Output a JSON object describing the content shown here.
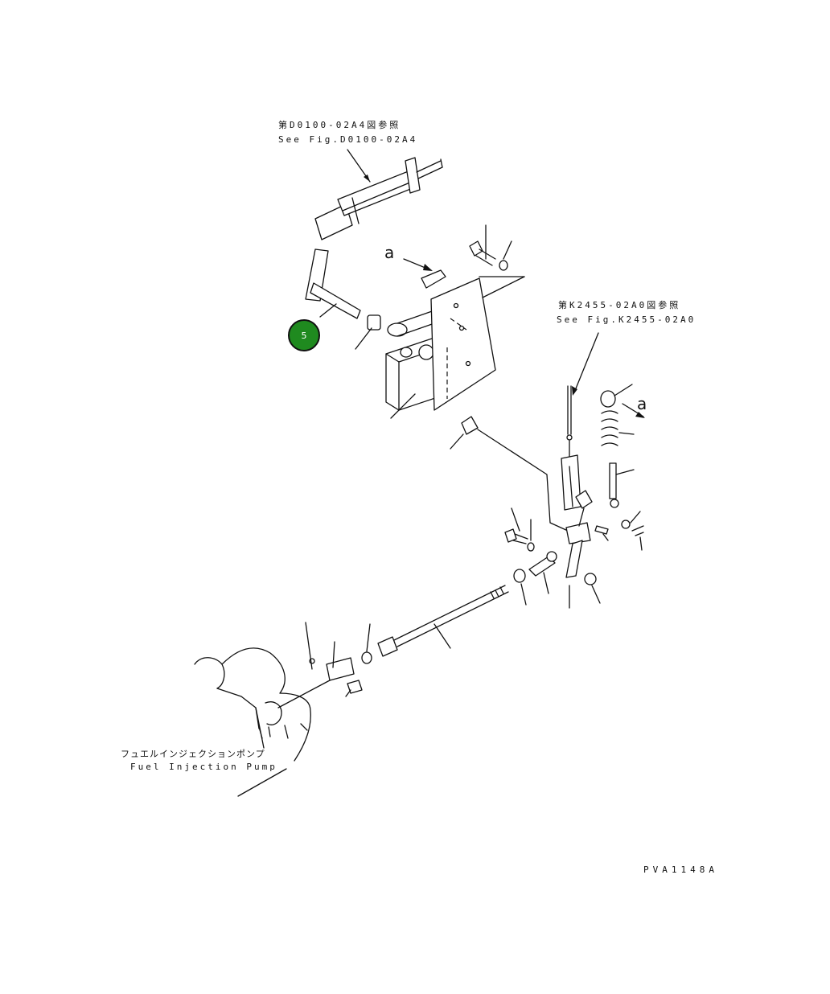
{
  "references": {
    "top": {
      "jp": "第D0100-02A4図参照",
      "en": "See Fig.D0100-02A4"
    },
    "right": {
      "jp": "第K2455-02A0図参照",
      "en": "See Fig.K2455-02A0"
    }
  },
  "view_marker": "a",
  "callout": {
    "number": "5",
    "color": "#1f8a1f"
  },
  "fuel_pump": {
    "jp": "フュエルインジェクションポンプ",
    "en": "Fuel Injection Pump"
  },
  "figure_code": "PVA1148A"
}
